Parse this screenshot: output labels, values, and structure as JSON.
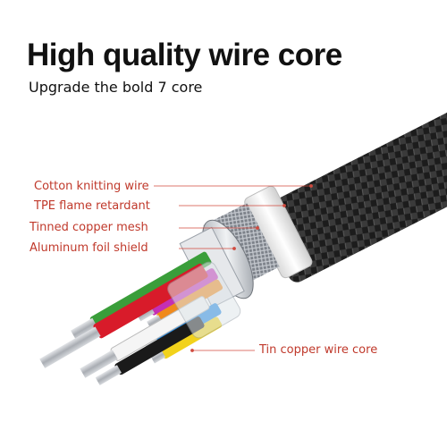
{
  "header": {
    "title": "High quality wire core",
    "subtitle": "Upgrade the bold 7 core"
  },
  "callouts": {
    "cotton_knitting": "Cotton knitting wire",
    "tpe": "TPE flame retardant",
    "tinned_mesh": "Tinned copper mesh",
    "foil_shield": "Aluminum foil shield",
    "tin_core": "Tin copper wire core"
  },
  "colors": {
    "label": "#c0392b",
    "braid": "#1c1c1c",
    "jacket": "#f2f2f2",
    "mesh": "#8a8f96",
    "foil": "#c9ccd1",
    "wire_green": "#3a9e3a",
    "wire_magenta": "#c42fb5",
    "wire_orange": "#f08a1c",
    "wire_red": "#d81b2a",
    "wire_blue": "#1e88e5",
    "wire_yellow": "#f2d21b",
    "wire_white": "#f5f5f5",
    "wire_black": "#1a1a1a",
    "copper_strand": "#b9bcc2"
  },
  "cable_parts": [
    {
      "name": "outer-braid",
      "label_key": "cotton_knitting"
    },
    {
      "name": "tpe-jacket",
      "label_key": "tpe"
    },
    {
      "name": "tinned-mesh",
      "label_key": "tinned_mesh"
    },
    {
      "name": "foil-shield",
      "label_key": "foil_shield"
    },
    {
      "name": "wire-cores",
      "label_key": "tin_core"
    }
  ]
}
